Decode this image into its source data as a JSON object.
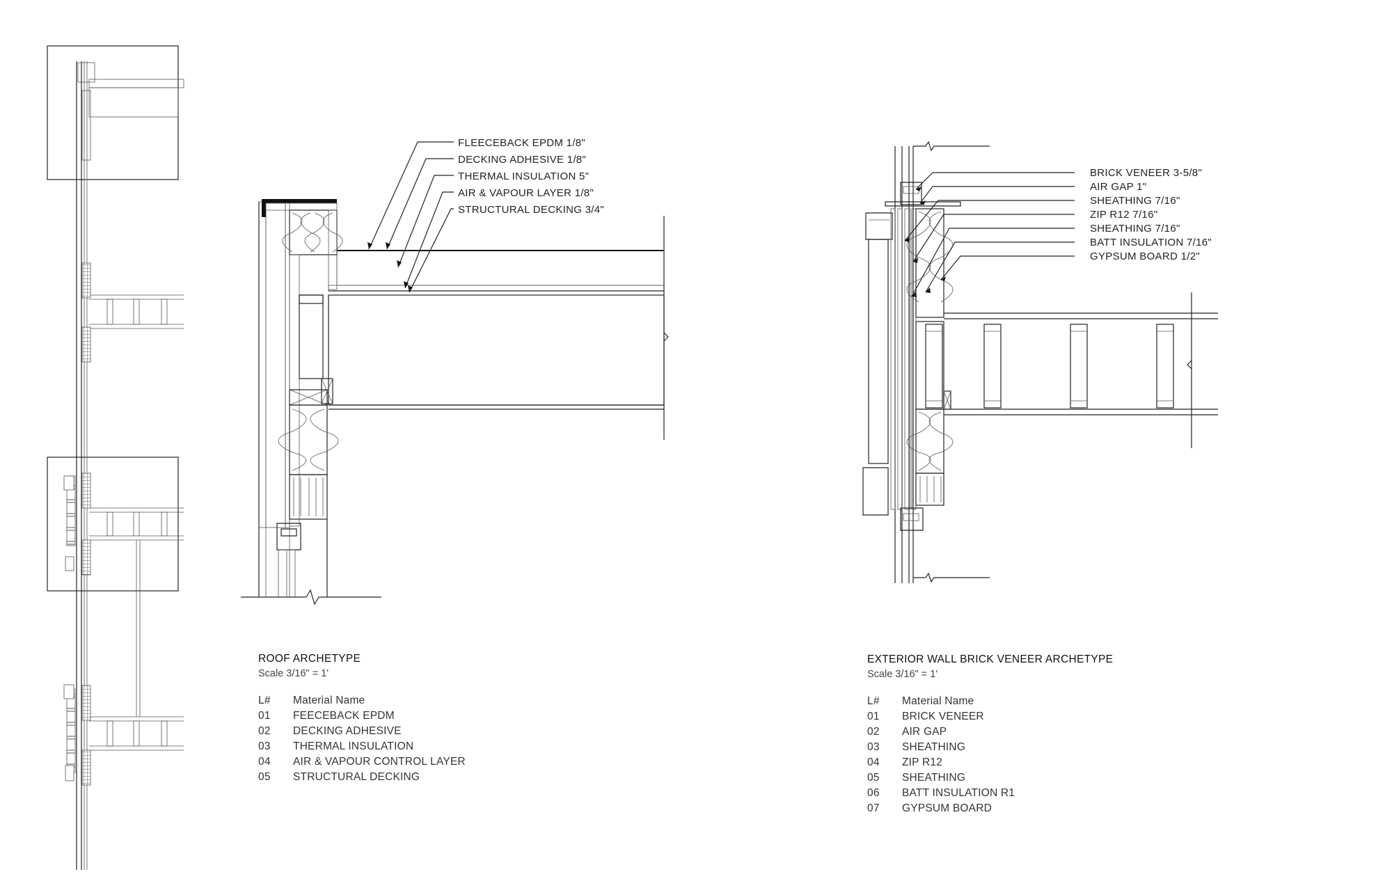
{
  "roof": {
    "callouts": [
      "FLEECEBACK EPDM 1/8\"",
      "DECKING ADHESIVE 1/8\"",
      "THERMAL INSULATION 5\"",
      "AIR & VAPOUR LAYER 1/8\"",
      "STRUCTURAL DECKING 3/4\""
    ],
    "title": "ROOF ARCHETYPE",
    "scale": "Scale 3/16\" = 1'",
    "table": {
      "col_num": "L#",
      "col_name": "Material Name",
      "rows": [
        {
          "num": "01",
          "name": "FEECEBACK EPDM"
        },
        {
          "num": "02",
          "name": "DECKING ADHESIVE"
        },
        {
          "num": "03",
          "name": "THERMAL INSULATION"
        },
        {
          "num": "04",
          "name": "AIR & VAPOUR CONTROL LAYER"
        },
        {
          "num": "05",
          "name": "STRUCTURAL DECKING"
        }
      ]
    }
  },
  "wall": {
    "callouts": [
      "BRICK VENEER 3-5/8\"",
      "AIR GAP 1\"",
      "SHEATHING 7/16\"",
      "ZIP R12 7/16\"",
      "SHEATHING 7/16\"",
      "BATT INSULATION 7/16\"",
      "GYPSUM BOARD 1/2\""
    ],
    "title": "EXTERIOR WALL BRICK VENEER ARCHETYPE",
    "scale": "Scale 3/16\" = 1'",
    "table": {
      "col_num": "L#",
      "col_name": "Material Name",
      "rows": [
        {
          "num": "01",
          "name": "BRICK VENEER"
        },
        {
          "num": "02",
          "name": "AIR GAP"
        },
        {
          "num": "03",
          "name": "SHEATHING"
        },
        {
          "num": "04",
          "name": "ZIP R12"
        },
        {
          "num": "05",
          "name": "SHEATHING"
        },
        {
          "num": "06",
          "name": "BATT INSULATION R1"
        },
        {
          "num": "07",
          "name": "GYPSUM BOARD"
        }
      ]
    }
  }
}
